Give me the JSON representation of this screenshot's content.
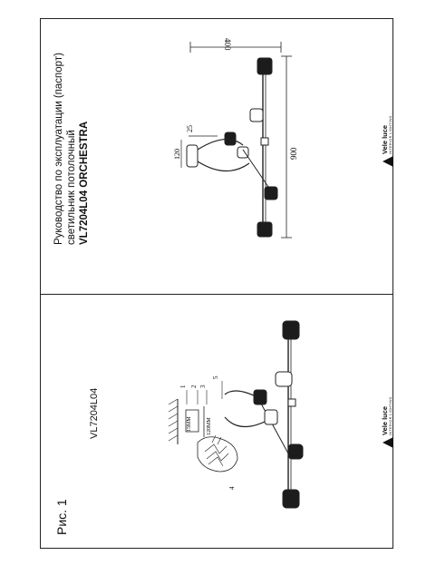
{
  "document": {
    "title_line1": "Руководство по эксплуатации (паспорт)",
    "title_line2": "светильник потолочный",
    "title_line3": "VL7204L04 ORCHESTRA",
    "figure_label": "Рис. 1",
    "model_label": "VL7204L04"
  },
  "brand": {
    "name": "Vele luce",
    "tagline": "INTERIOR LIGHTING"
  },
  "dimensions": {
    "width": "400",
    "length": "900",
    "height": "120",
    "base": "25"
  },
  "mount_callouts": {
    "n1": "1",
    "n2": "2",
    "n3": "3",
    "n4": "4",
    "n5": "5",
    "d1": "15MM",
    "d2": "120MM"
  },
  "colors": {
    "line": "#222222",
    "shade": "#1c1c1c"
  }
}
